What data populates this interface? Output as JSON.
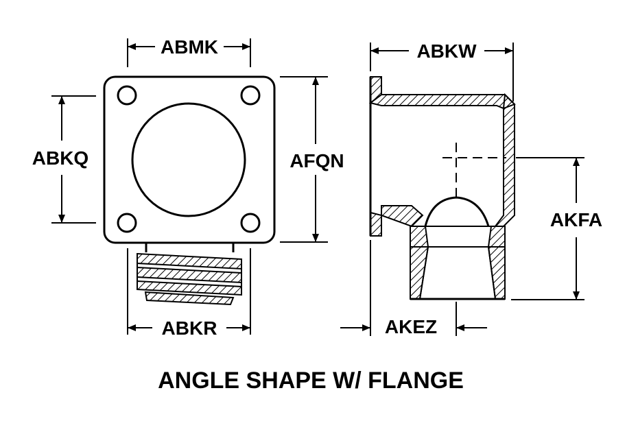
{
  "labels": {
    "abmk": "ABMK",
    "abkq": "ABKQ",
    "afqn": "AFQN",
    "abkr": "ABKR",
    "abkw": "ABKW",
    "akfa": "AKFA",
    "akez": "AKEZ"
  },
  "title": "ANGLE SHAPE W/ FLANGE"
}
